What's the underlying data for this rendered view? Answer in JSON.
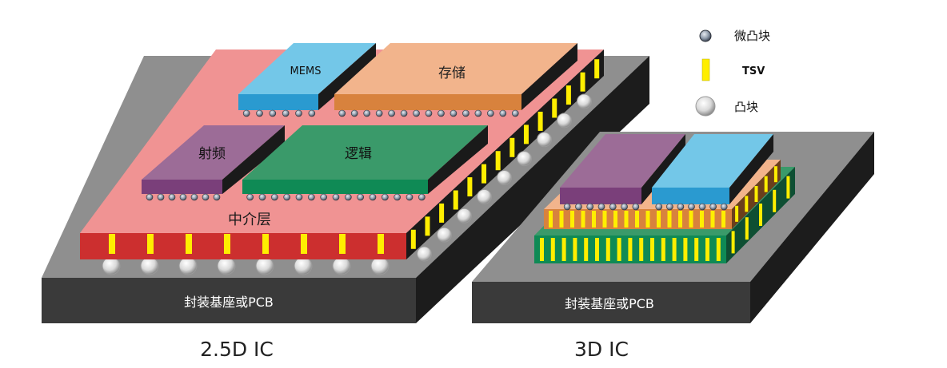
{
  "legend": {
    "micro_bump": "微凸块",
    "tsv": "TSV",
    "bump": "凸块"
  },
  "diagram_2_5d": {
    "caption": "2.5D IC",
    "substrate_label": "封装基座或PCB",
    "interposer_label": "中介层",
    "chips": {
      "mems": "MEMS",
      "memory": "存储",
      "rf": "射频",
      "logic": "逻辑"
    }
  },
  "diagram_3d": {
    "caption": "3D IC",
    "substrate_label": "封装基座或PCB"
  },
  "colors": {
    "substrate_front": "#3a3a3a",
    "substrate_top": "#8f8f8f",
    "interposer_top": "#f09393",
    "interposer_front": "#cc2f2f",
    "mems": "#73c7e8",
    "memory": "#f2b48c",
    "rf": "#9c6c97",
    "logic": "#3a9a6a",
    "tsv": "#ffee00"
  }
}
